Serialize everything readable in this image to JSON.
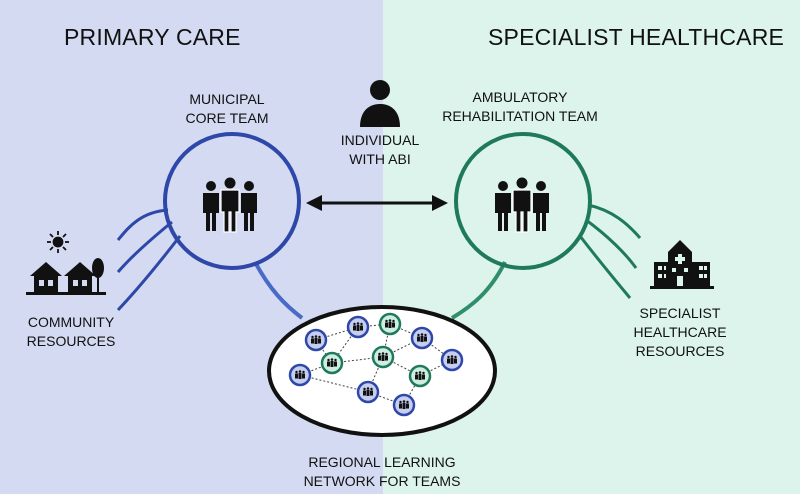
{
  "colors": {
    "left_bg": "#d3daf1",
    "right_bg": "#dcf4ec",
    "blue": "#2e47a8",
    "blue_light": "#4a6ac8",
    "green": "#1f7a5c",
    "green_light": "#2f8f6a",
    "dark": "#111111"
  },
  "headings": {
    "left": "PRIMARY CARE",
    "right": "SPECIALIST HEALTHCARE"
  },
  "labels": {
    "municipal": [
      "MUNICIPAL",
      "CORE TEAM"
    ],
    "individual": [
      "INDIVIDUAL",
      "WITH ABI"
    ],
    "ambulatory": [
      "AMBULATORY",
      "REHABILITATION TEAM"
    ],
    "community": [
      "COMMUNITY",
      "RESOURCES"
    ],
    "specialist": [
      "SPECIALIST",
      "HEALTHCARE",
      "RESOURCES"
    ],
    "network": [
      "REGIONAL LEARNING",
      "NETWORK FOR TEAMS"
    ]
  },
  "icons": {
    "team": "team-icon",
    "person": "person-icon",
    "houses": "houses-icon",
    "sun": "sun-icon",
    "hospital": "hospital-icon",
    "arrow": "double-arrow-icon"
  }
}
